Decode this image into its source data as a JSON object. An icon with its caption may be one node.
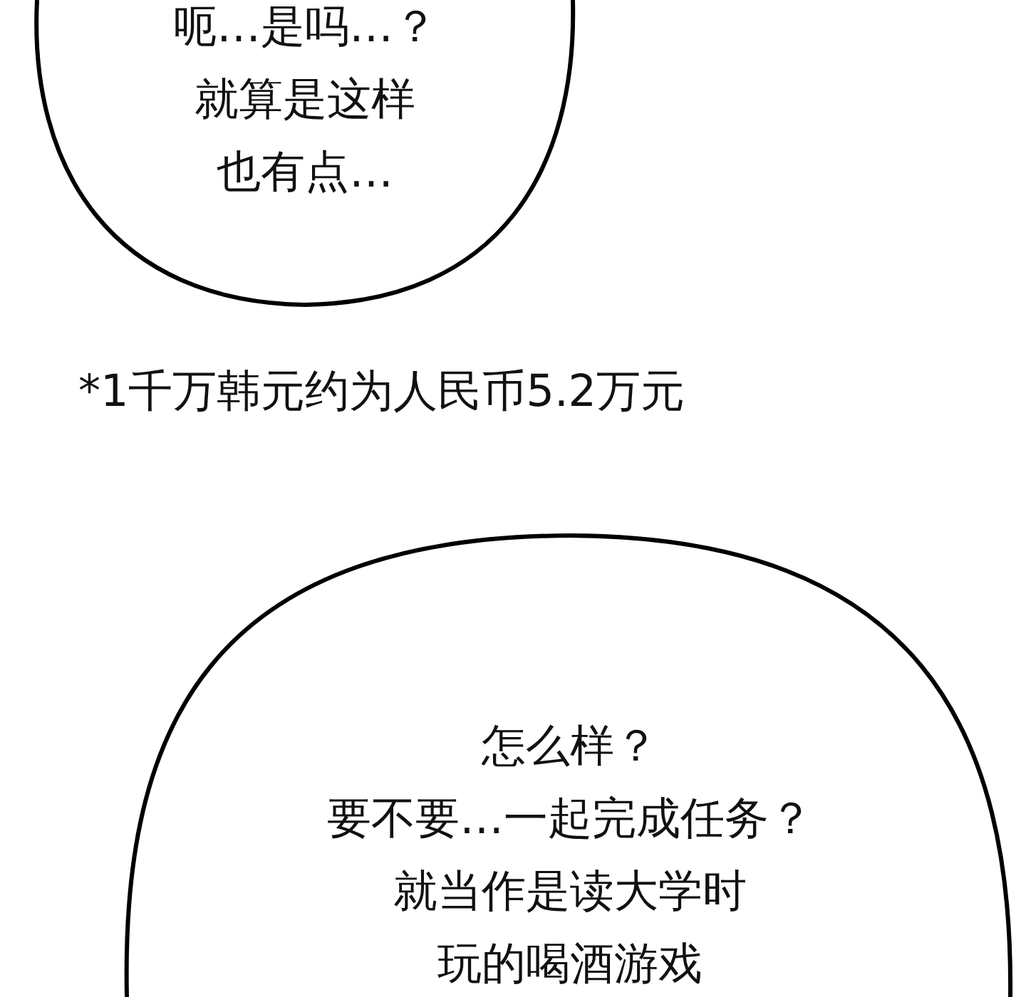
{
  "diagram": {
    "nodes": [
      {
        "text": [
          "呃…是吗…？就算是这样也有点…"
        ]
      },
      {
        "text": [
          "怎么样？要不要…一起完成任务？就当作是读大学时玩的喝酒游戏"
        ]
      }
    ],
    "labels": [
      "*1千万韩元约为人民币5.2万元"
    ]
  }
}
